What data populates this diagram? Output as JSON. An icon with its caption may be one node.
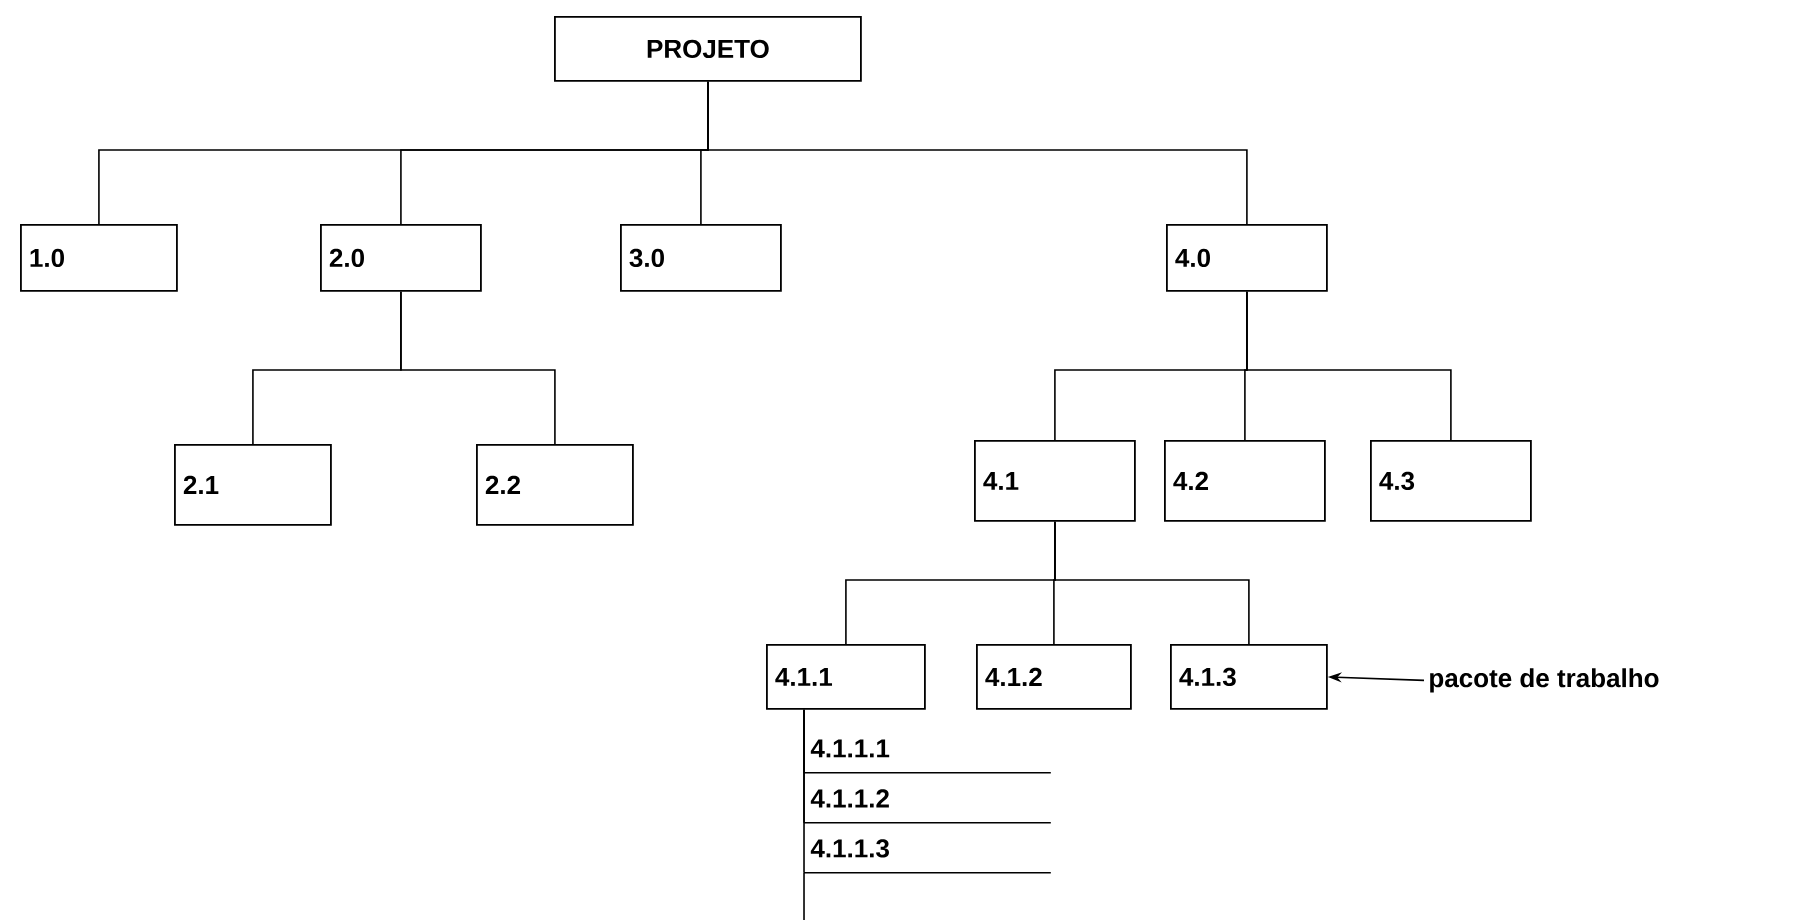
{
  "diagram": {
    "nodes": [
      {
        "text": [
          "PROJETO"
        ]
      },
      {
        "text": [
          "1.0"
        ]
      },
      {
        "text": [
          "2.0"
        ]
      },
      {
        "text": [
          "3.0"
        ]
      },
      {
        "text": [
          "4.0"
        ]
      },
      {
        "text": [
          "2.1"
        ]
      },
      {
        "text": [
          "2.2"
        ]
      },
      {
        "text": [
          "4.1"
        ]
      },
      {
        "text": [
          "4.2"
        ]
      },
      {
        "text": [
          "4.3"
        ]
      },
      {
        "text": [
          "4.1.1"
        ]
      },
      {
        "text": [
          "4.1.2"
        ]
      },
      {
        "text": [
          "4.1.3"
        ]
      },
      {
        "text": [
          "pacote de trabalho"
        ]
      },
      {
        "text": [
          "4.1.1.1"
        ]
      },
      {
        "text": [
          "4.1.1.2"
        ]
      },
      {
        "text": [
          "4.1.1.3"
        ]
      }
    ],
    "edges": [
      {
        "from": 0,
        "to": 1,
        "arrow": "none"
      },
      {
        "from": 0,
        "to": 2,
        "arrow": "none"
      },
      {
        "from": 0,
        "to": 3,
        "arrow": "none"
      },
      {
        "from": 0,
        "to": 4,
        "arrow": "none"
      },
      {
        "from": 2,
        "to": 5,
        "arrow": "none"
      },
      {
        "from": 2,
        "to": 6,
        "arrow": "none"
      },
      {
        "from": 4,
        "to": 7,
        "arrow": "none"
      },
      {
        "from": 4,
        "to": 8,
        "arrow": "none"
      },
      {
        "from": 4,
        "to": 9,
        "arrow": "none"
      },
      {
        "from": 7,
        "to": 10,
        "arrow": "none"
      },
      {
        "from": 7,
        "to": 11,
        "arrow": "none"
      },
      {
        "from": 7,
        "to": 12,
        "arrow": "none"
      },
      {
        "from": 13,
        "to": 12,
        "arrow": "to"
      },
      {
        "from": 10,
        "to": 14,
        "arrow": "none"
      },
      {
        "from": 10,
        "to": 15,
        "arrow": "none"
      },
      {
        "from": 10,
        "to": 16,
        "arrow": "none"
      }
    ]
  }
}
